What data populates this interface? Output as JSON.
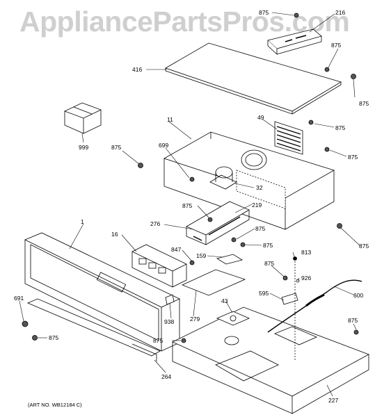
{
  "watermark": "AppliancePartsPros.com",
  "art_number": "(ART NO. WB12184 C)",
  "callouts": {
    "c875_a": "875",
    "c216": "216",
    "c875_b": "875",
    "c875_c": "875",
    "c416": "416",
    "c999": "999",
    "c11": "11",
    "c49": "49",
    "c875_d": "875",
    "c875_e": "875",
    "c699": "699",
    "c875_f": "875",
    "c32": "32",
    "c875_g": "875",
    "c219": "219",
    "c276": "276",
    "c875_h": "875",
    "c1": "1",
    "c16": "16",
    "c875_i": "875",
    "c875_j": "875",
    "c847": "847",
    "c159": "159",
    "c813": "813",
    "c875_k": "875",
    "c926": "926",
    "c595": "595",
    "c600": "600",
    "c691": "691",
    "c43": "43",
    "c938": "938",
    "c279": "279",
    "c875_l": "875",
    "c875_m": "875",
    "c875_n": "875",
    "c264": "264",
    "c227": "227"
  }
}
